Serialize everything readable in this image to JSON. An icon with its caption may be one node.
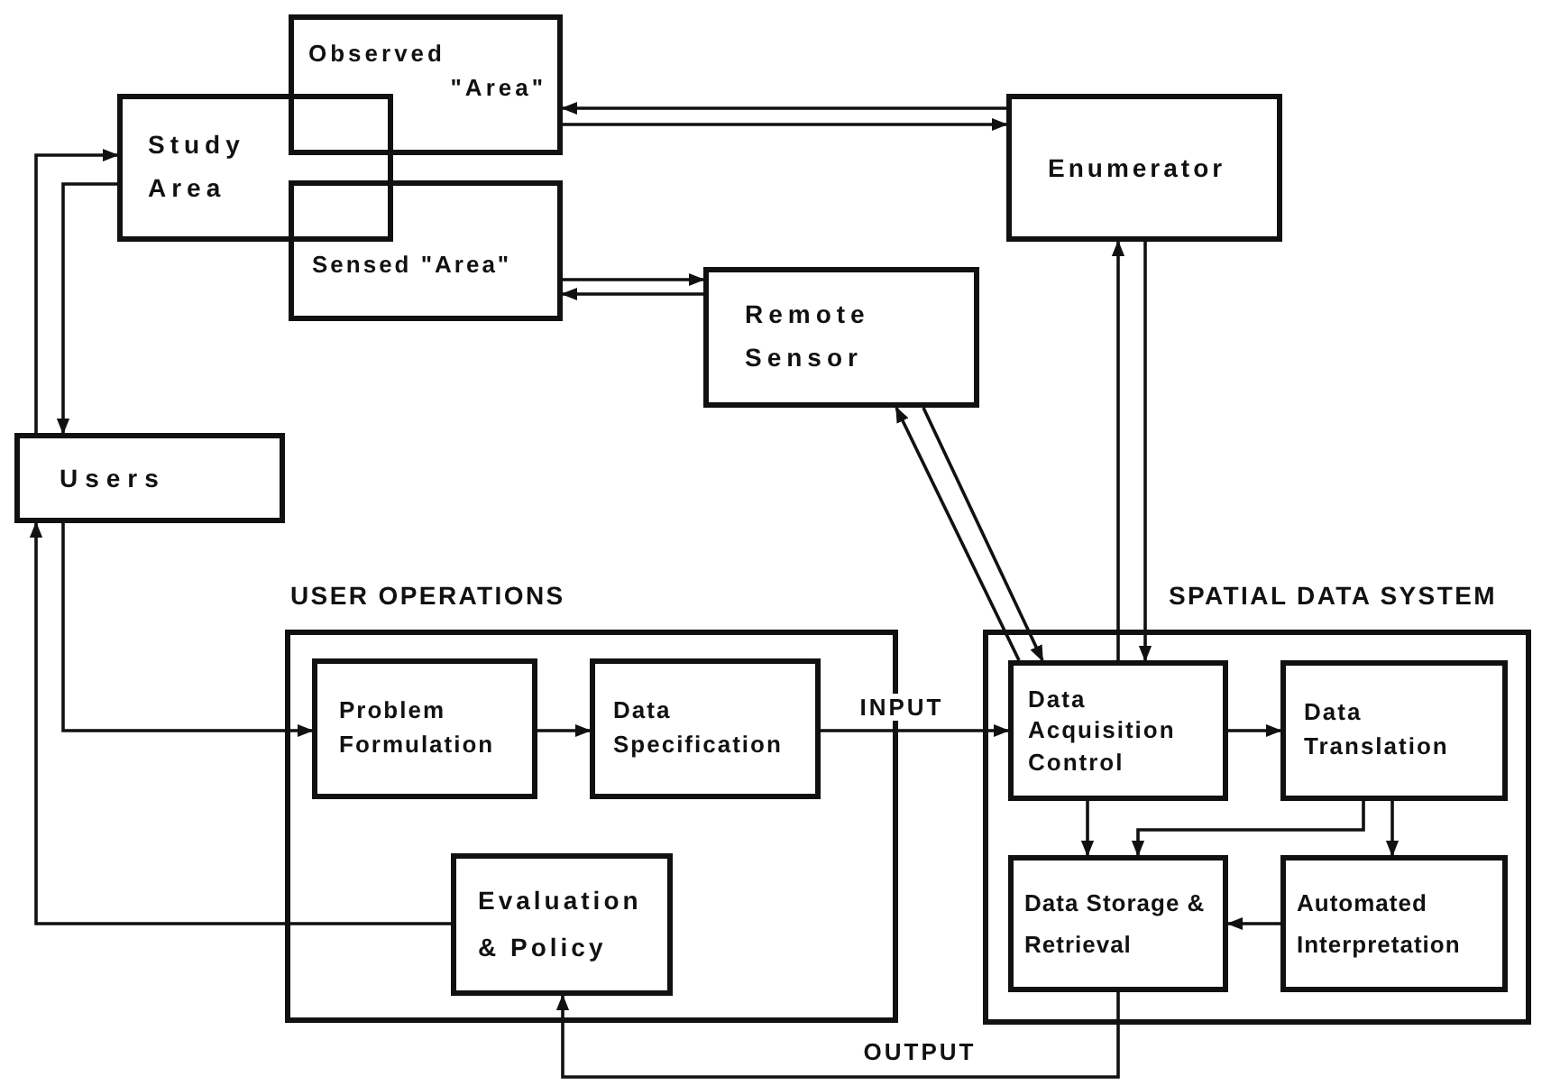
{
  "diagram": {
    "nodes": [
      {
        "text": [
          "Study Area"
        ]
      },
      {
        "text": [
          "Observed \"Area\""
        ]
      },
      {
        "text": [
          "Sensed \"Area\""
        ]
      },
      {
        "text": [
          "Enumerator"
        ]
      },
      {
        "text": [
          "Remote Sensor"
        ]
      },
      {
        "text": [
          "Users"
        ]
      },
      {
        "text": [
          "USER OPERATIONS"
        ]
      },
      {
        "text": [
          "Problem Formulation"
        ],
        "in": 6
      },
      {
        "text": [
          "Data Specification"
        ],
        "in": 6
      },
      {
        "text": [
          "Evaluation & Policy"
        ],
        "in": 6
      },
      {
        "text": [
          "SPATIAL DATA SYSTEM"
        ]
      },
      {
        "text": [
          "Data Acquisition Control"
        ],
        "in": 10
      },
      {
        "text": [
          "Data Translation"
        ],
        "in": 10
      },
      {
        "text": [
          "Data Storage & Retrieval"
        ],
        "in": 10
      },
      {
        "text": [
          "Automated Interpretation"
        ],
        "in": 10
      }
    ],
    "edges": [
      {
        "from": 5,
        "to": 0,
        "arrow": "to"
      },
      {
        "from": 0,
        "to": 5,
        "arrow": "to"
      },
      {
        "from": 5,
        "to": 7,
        "arrow": "to"
      },
      {
        "from": 9,
        "to": 5,
        "arrow": "to"
      },
      {
        "from": 3,
        "to": 1,
        "arrow": "to"
      },
      {
        "from": 1,
        "to": 3,
        "arrow": "to"
      },
      {
        "from": 2,
        "to": 4,
        "arrow": "to"
      },
      {
        "from": 4,
        "to": 2,
        "arrow": "to"
      },
      {
        "from": 4,
        "to": 11,
        "arrow": "to"
      },
      {
        "from": 11,
        "to": 4,
        "arrow": "to"
      },
      {
        "from": 11,
        "to": 3,
        "arrow": "to"
      },
      {
        "from": 3,
        "to": 11,
        "arrow": "to"
      },
      {
        "from": 7,
        "to": 8,
        "arrow": "to"
      },
      {
        "from": 8,
        "to": 11,
        "arrow": "to",
        "label": "INPUT"
      },
      {
        "from": 11,
        "to": 12,
        "arrow": "to"
      },
      {
        "from": 11,
        "to": 13,
        "arrow": "to"
      },
      {
        "from": 12,
        "to": 13,
        "arrow": "to"
      },
      {
        "from": 12,
        "to": 14,
        "arrow": "to"
      },
      {
        "from": 14,
        "to": 13,
        "arrow": "to"
      },
      {
        "from": 13,
        "to": 9,
        "arrow": "to",
        "label": "OUTPUT"
      }
    ]
  }
}
